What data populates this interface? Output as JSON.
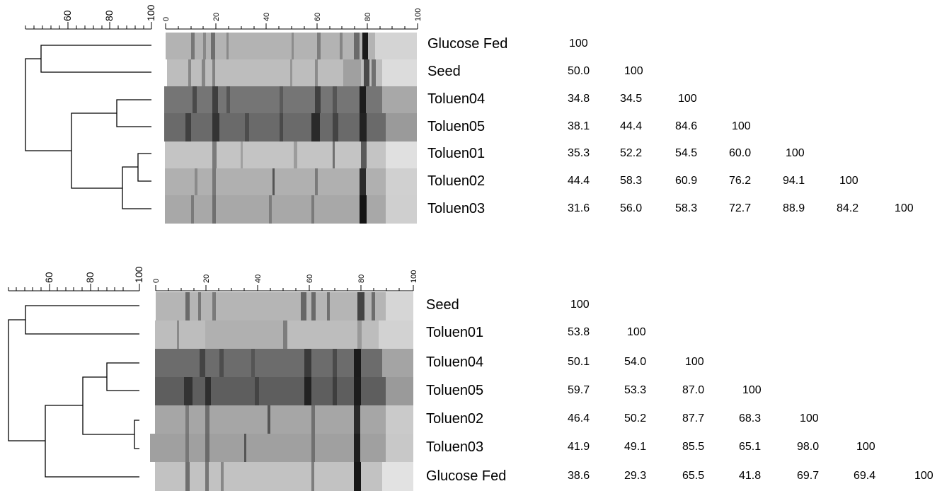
{
  "panels": [
    {
      "scale": {
        "ticks": [
          60,
          80,
          100
        ]
      },
      "gel_scale": {
        "ticks": [
          0,
          20,
          40,
          60,
          80,
          100
        ]
      },
      "samples": [
        "Glucose Fed",
        "Seed",
        "Toluen04",
        "Toluen05",
        "Toluen01",
        "Toluen02",
        "Toluen03"
      ],
      "similarity": [
        [
          "100"
        ],
        [
          "50.0",
          "100"
        ],
        [
          "34.8",
          "34.5",
          "100"
        ],
        [
          "38.1",
          "44.4",
          "84.6",
          "100"
        ],
        [
          "35.3",
          "52.2",
          "54.5",
          "60.0",
          "100"
        ],
        [
          "44.4",
          "58.3",
          "60.9",
          "76.2",
          "94.1",
          "100"
        ],
        [
          "31.6",
          "56.0",
          "58.3",
          "72.7",
          "88.9",
          "84.2",
          "100"
        ]
      ]
    },
    {
      "scale": {
        "ticks": [
          60,
          80,
          100
        ]
      },
      "gel_scale": {
        "ticks": [
          0,
          20,
          40,
          60,
          80,
          100
        ]
      },
      "samples": [
        "Seed",
        "Toluen01",
        "Toluen04",
        "Toluen05",
        "Toluen02",
        "Toluen03",
        "Glucose Fed"
      ],
      "similarity": [
        [
          "100"
        ],
        [
          "53.8",
          "100"
        ],
        [
          "50.1",
          "54.0",
          "100"
        ],
        [
          "59.7",
          "53.3",
          "87.0",
          "100"
        ],
        [
          "46.4",
          "50.2",
          "87.7",
          "68.3",
          "100"
        ],
        [
          "41.9",
          "49.1",
          "85.5",
          "65.1",
          "98.0",
          "100"
        ],
        [
          "38.6",
          "29.3",
          "65.5",
          "41.8",
          "69.7",
          "69.4",
          "100"
        ]
      ]
    }
  ]
}
